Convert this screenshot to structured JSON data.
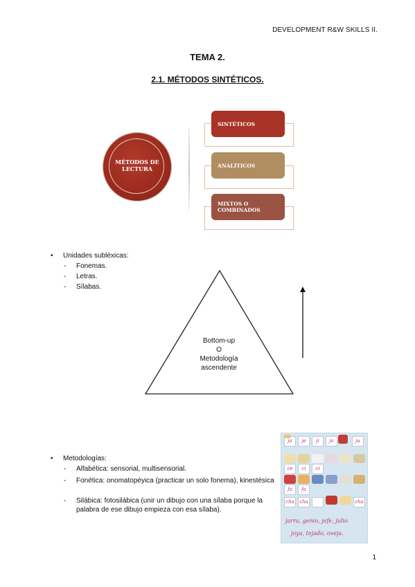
{
  "header": "DEVELOPMENT R&W SKILLS II.",
  "title": "TEMA 2.",
  "subtitle": "2.1. MÉTODOS SINTÉTICOS.",
  "diagram": {
    "center_label": "MÉTODOS DE LECTURA",
    "items": [
      "SINTÉTICOS",
      "ANALÍTICOS",
      "MIXTOS O COMBINADOS"
    ],
    "colors": {
      "circle": "#9c2c1e",
      "item1": "#a83226",
      "item2": "#b08e62",
      "item3": "#9a5343"
    }
  },
  "unidades": {
    "heading": "Unidades subléxicas:",
    "items": [
      "Fonemas.",
      "Letras.",
      "Sílabas."
    ]
  },
  "triangle": {
    "line1": "Bottom-up",
    "line2": "O",
    "line3": "Metodología",
    "line4": "ascendente"
  },
  "metodologias": {
    "heading": "Metodologías:",
    "items": [
      "Alfabética: sensorial, multisensorial.",
      "Fonética: onomatopéyica (practicar un solo fonema), kinestésica",
      "Silábica: fotosilábica (unir un dibujo con una sílaba porque la palabra de ese dibujo empieza con esa sílaba)."
    ]
  },
  "worksheet": {
    "syllables": [
      "ja",
      "je",
      "ji",
      "jo",
      "ju",
      "ce",
      "ci",
      "fa",
      "cha"
    ],
    "words_line1": "jarra,  genio,  jefe,  julio",
    "words_line2": "joya,  tejado,  oveja."
  },
  "page_number": "1"
}
